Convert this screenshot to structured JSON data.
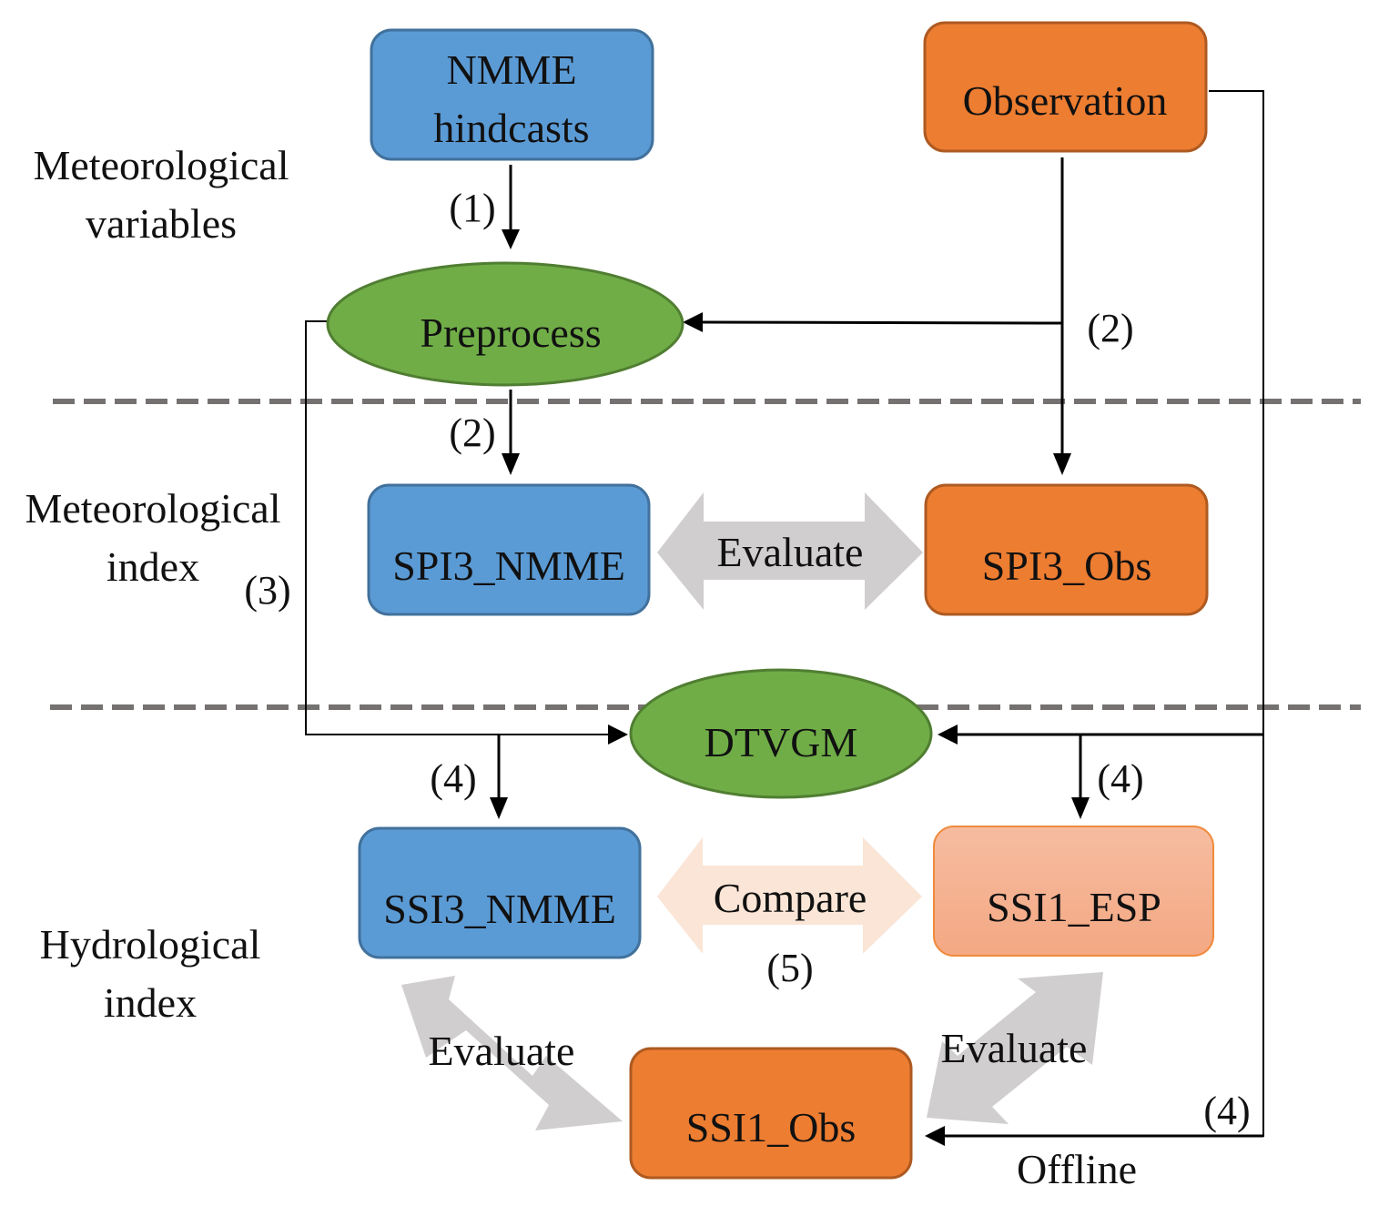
{
  "section_labels": {
    "meteorological_variables": [
      "Meteorological",
      "variables"
    ],
    "meteorological_index": [
      "Meteorological",
      "index"
    ],
    "hydrological_index": [
      "Hydrological",
      "index"
    ]
  },
  "nodes": {
    "nmme_hindcasts": {
      "lines": [
        "NMME",
        "hindcasts"
      ],
      "fill": "#5B9BD5",
      "stroke": "#41719C"
    },
    "observation": {
      "lines": [
        "Observation"
      ],
      "fill": "#ED7D31",
      "stroke": "#AE5A21"
    },
    "preprocess": {
      "lines": [
        "Preprocess"
      ],
      "fill": "#70AD47",
      "stroke": "#507E32"
    },
    "spi3_nmme": {
      "lines": [
        "SPI3_NMME"
      ],
      "fill": "#5B9BD5",
      "stroke": "#41719C"
    },
    "spi3_obs": {
      "lines": [
        "SPI3_Obs"
      ],
      "fill": "#ED7D31",
      "stroke": "#AE5A21"
    },
    "dtvgm": {
      "lines": [
        "DTVGM"
      ],
      "fill": "#70AD47",
      "stroke": "#507E32"
    },
    "ssi3_nmme": {
      "lines": [
        "SSI3_NMME"
      ],
      "fill": "#5B9BD5",
      "stroke": "#41719C"
    },
    "ssi1_esp": {
      "lines": [
        "SSI1_ESP"
      ],
      "fill": "#F4B183",
      "stroke": "#F08A3C",
      "fill_top": "#F6BCA0"
    },
    "ssi1_obs": {
      "lines": [
        "SSI1_Obs"
      ],
      "fill": "#ED7D31",
      "stroke": "#AE5A21"
    }
  },
  "relations": {
    "evaluate_spi": {
      "label": "Evaluate",
      "fill": "#D0CECE"
    },
    "compare_ssi": {
      "label": "Compare",
      "fill": "#FBE5D6",
      "step": "(5)"
    },
    "evaluate_left": {
      "label": "Evaluate",
      "fill": "#D0CECE"
    },
    "evaluate_right": {
      "label": "Evaluate",
      "fill": "#D0CECE"
    }
  },
  "steps": {
    "s1": "(1)",
    "s2_obs": "(2)",
    "s2_pre": "(2)",
    "s3": "(3)",
    "s4_left": "(4)",
    "s4_right": "(4)",
    "s4_offline": "(4)"
  },
  "offline_label": "Offline",
  "divider_color": "#767171",
  "connector_color": "#000000"
}
